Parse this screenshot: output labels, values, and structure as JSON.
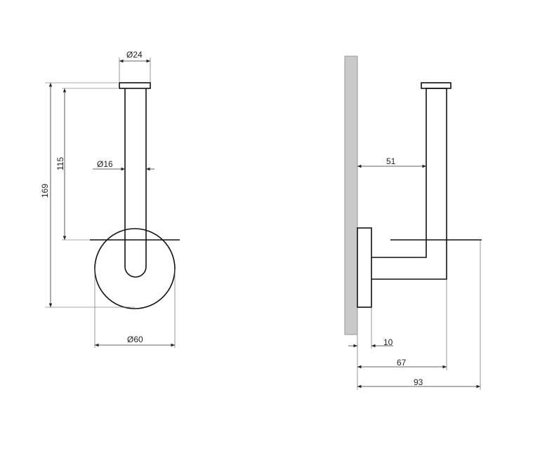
{
  "front_view": {
    "dim_top_diameter": "Ø24",
    "dim_height_total": "169",
    "dim_height_inner": "115",
    "dim_rod_diameter": "Ø16",
    "dim_base_diameter": "Ø60"
  },
  "side_view": {
    "dim_projection_inner": "51",
    "dim_base_depth": "10",
    "dim_arm_depth": "67",
    "dim_total_depth": "93"
  },
  "colors": {
    "wall_fill": "#c9c9c9",
    "line": "#111111"
  }
}
